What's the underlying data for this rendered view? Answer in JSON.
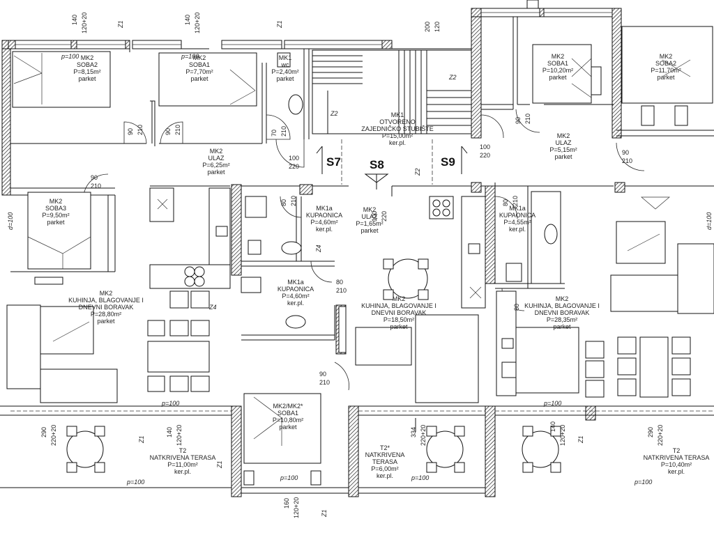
{
  "rooms": [
    {
      "id": "soba2-left",
      "lines": [
        "MK2",
        "SOBA2",
        "P=8,15m²",
        "parket"
      ]
    },
    {
      "id": "soba1-left",
      "lines": [
        "MK2",
        "SOBA1",
        "P=7,70m²",
        "parket"
      ]
    },
    {
      "id": "wc",
      "lines": [
        "MK1",
        "wc",
        "P=2,40m²",
        "parket"
      ]
    },
    {
      "id": "stubiste",
      "lines": [
        "MK1",
        "OTVORENO",
        "ZAJEDNIČKO STUBIŠTE",
        "P=15,00m²",
        "ker.pl."
      ]
    },
    {
      "id": "soba1-right",
      "lines": [
        "MK2",
        "SOBA1",
        "P=10,20m²",
        "parket"
      ]
    },
    {
      "id": "soba2-right",
      "lines": [
        "MK2",
        "SOBA2",
        "P=11,70m²",
        "parket"
      ]
    },
    {
      "id": "ulaz-left",
      "lines": [
        "MK2",
        "ULAZ",
        "P=6,25m²",
        "parket"
      ]
    },
    {
      "id": "ulaz-right",
      "lines": [
        "MK2",
        "ULAZ",
        "P=5,15m²",
        "parket"
      ]
    },
    {
      "id": "soba3",
      "lines": [
        "MK2",
        "SOBA3",
        "P=9,50m²",
        "parket"
      ]
    },
    {
      "id": "kupaonica-a",
      "lines": [
        "MK1a",
        "KUPAONICA",
        "P=4,60m²",
        "ker.pl."
      ]
    },
    {
      "id": "ulaz-mid",
      "lines": [
        "MK2",
        "ULAZ",
        "P=1,65m²",
        "parket"
      ]
    },
    {
      "id": "kupaonica-c",
      "lines": [
        "MK1a",
        "KUPAONICA",
        "P=4,55m²",
        "ker.pl."
      ]
    },
    {
      "id": "kupaonica-b",
      "lines": [
        "MK1a",
        "KUPAONICA",
        "P=4,60m²",
        "ker.pl."
      ]
    },
    {
      "id": "kuhinja-left",
      "lines": [
        "MK2",
        "KUHINJA, BLAGOVANJE I",
        "DNEVNI BORAVAK",
        "P=28,80m²",
        "parket"
      ]
    },
    {
      "id": "kuhinja-mid",
      "lines": [
        "MK2",
        "KUHINJA, BLAGOVANJE I",
        "DNEVNI BORAVAK",
        "P=18,50m²",
        "parket"
      ]
    },
    {
      "id": "kuhinja-right",
      "lines": [
        "MK2",
        "KUHINJA, BLAGOVANJE I",
        "DNEVNI BORAVAK",
        "P=28,35m²",
        "parket"
      ]
    },
    {
      "id": "soba1-mid",
      "lines": [
        "MK2/MK2*",
        "SOBA1",
        "P=10,80m²",
        "parket"
      ]
    },
    {
      "id": "terasa-left",
      "lines": [
        "T2",
        "NATKRIVENA TERASA",
        "P=11,00m²",
        "ker.pl."
      ]
    },
    {
      "id": "terasa-mid",
      "lines": [
        "T2*",
        "NATKRIVENA",
        "TERASA",
        "P=6,00m²",
        "ker.pl."
      ]
    },
    {
      "id": "terasa-right",
      "lines": [
        "T2",
        "NATKRIVENA TERASA",
        "P=10,40m²",
        "ker.pl."
      ]
    }
  ],
  "sections": [
    "S7",
    "S8",
    "S9"
  ],
  "dimensions": {
    "door_90": "90",
    "door_210": "210",
    "door_80": "80",
    "door_70": "70",
    "d100": "100",
    "d220": "220",
    "d140": "140",
    "d120_20": "120+20",
    "d200": "200",
    "d120": "120",
    "d160": "160",
    "d290": "290",
    "d220_20": "220+20",
    "d334": "334",
    "d100_short": "100"
  },
  "markers": {
    "p100": "p=100",
    "z1": "Z1",
    "z2": "Z2",
    "z4": "Z4",
    "d100": "d=100"
  }
}
